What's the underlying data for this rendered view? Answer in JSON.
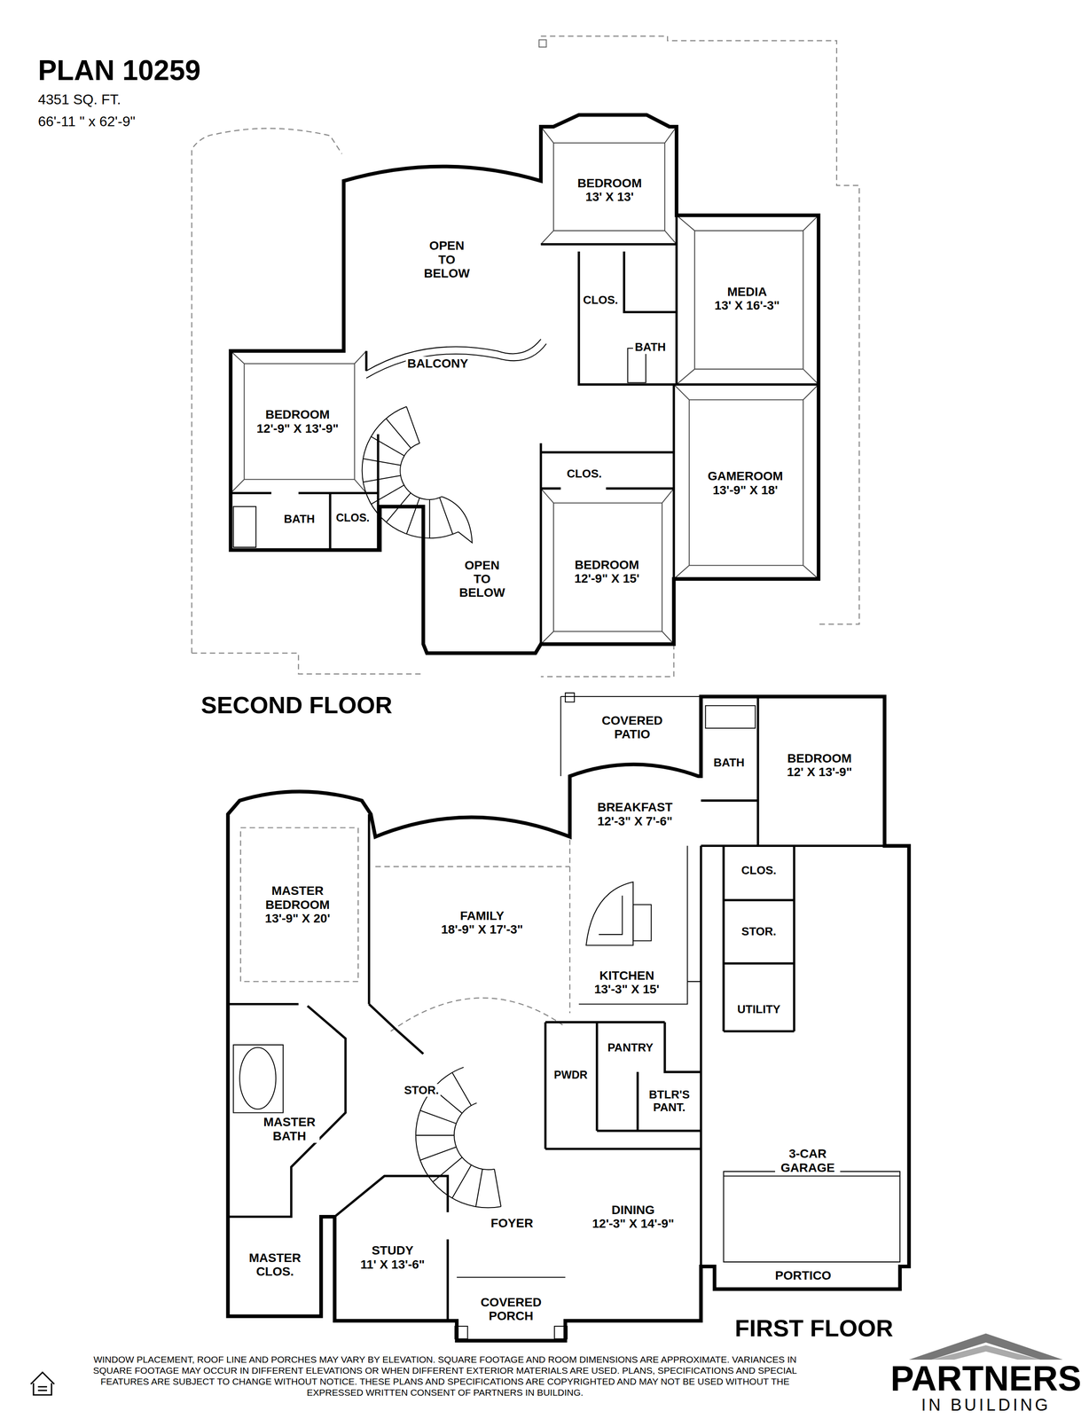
{
  "diagram": {
    "title": "PLAN 10259",
    "nodes": [
      {
        "text": [
          "OPEN TO BELOW"
        ]
      },
      {
        "text": [
          "BEDROOM",
          "13' X 13'"
        ]
      },
      {
        "text": [
          "CLOS."
        ]
      },
      {
        "text": [
          "MEDIA",
          "13' X 16'-3\""
        ]
      },
      {
        "text": [
          "BATH"
        ]
      },
      {
        "text": [
          "BALCONY"
        ]
      },
      {
        "text": [
          "BEDROOM",
          "12'-9\" X 13'-9\""
        ]
      },
      {
        "text": [
          "CLOS."
        ]
      },
      {
        "text": [
          "GAMEROOM",
          "13'-9\" X 18'"
        ]
      },
      {
        "text": [
          "BATH"
        ]
      },
      {
        "text": [
          "CLOS."
        ]
      },
      {
        "text": [
          "BEDROOM",
          "12'-9\" X 15'"
        ]
      },
      {
        "text": [
          "OPEN TO BELOW"
        ]
      },
      {
        "text": [
          "COVERED PATIO"
        ]
      },
      {
        "text": [
          "BATH"
        ]
      },
      {
        "text": [
          "BEDROOM",
          "12' X 13'-9\""
        ]
      },
      {
        "text": [
          "BREAKFAST",
          "12'-3\" X 7'-6\""
        ]
      },
      {
        "text": [
          "CLOS."
        ]
      },
      {
        "text": [
          "MASTER BEDROOM",
          "13'-9\" X 20'"
        ]
      },
      {
        "text": [
          "STOR."
        ]
      },
      {
        "text": [
          "FAMILY",
          "18'-9\" X 17'-3\""
        ]
      },
      {
        "text": [
          "KITCHEN",
          "13'-3\" X 15'"
        ]
      },
      {
        "text": [
          "UTILITY"
        ]
      },
      {
        "text": [
          "PANTRY"
        ]
      },
      {
        "text": [
          "PWDR"
        ]
      },
      {
        "text": [
          "STOR."
        ]
      },
      {
        "text": [
          "BTLR'S PANT."
        ]
      },
      {
        "text": [
          "MASTER BATH"
        ]
      },
      {
        "text": [
          "3-CAR GARAGE"
        ]
      },
      {
        "text": [
          "DINING",
          "12'-3\" X 14'-9\""
        ]
      },
      {
        "text": [
          "FOYER"
        ]
      },
      {
        "text": [
          "STUDY",
          "11' X 13'-6\""
        ]
      },
      {
        "text": [
          "MASTER CLOS."
        ]
      },
      {
        "text": [
          "PORTICO"
        ]
      },
      {
        "text": [
          "COVERED PORCH"
        ]
      }
    ],
    "labels": [
      "4351 SQ. FT.",
      "66'-11 \" x 62'-9\"",
      "SECOND FLOOR",
      "FIRST FLOOR",
      "WINDOW PLACEMENT, ROOF LINE AND PORCHES MAY VARY BY ELEVATION. SQUARE FOOTAGE AND ROOM DIMENSIONS ARE APPROXIMATE. VARIANCES IN SQUARE FOOTAGE MAY OCCUR IN DIFFERENT ELEVATIONS OR WHEN DIFFERENT EXTERIOR MATERIALS ARE USED. PLANS, SPECIFICATIONS AND SPECIAL FEATURES ARE SUBJECT TO CHANGE WITHOUT NOTICE. THESE PLANS AND SPECIFICATIONS ARE COPYRIGHTED AND MAY NOT BE USED WITHOUT THE EXPRESSED WRITTEN CONSENT OF PARTNERS IN BUILDING.",
      "PARTNERS",
      "IN BUILDING"
    ]
  }
}
